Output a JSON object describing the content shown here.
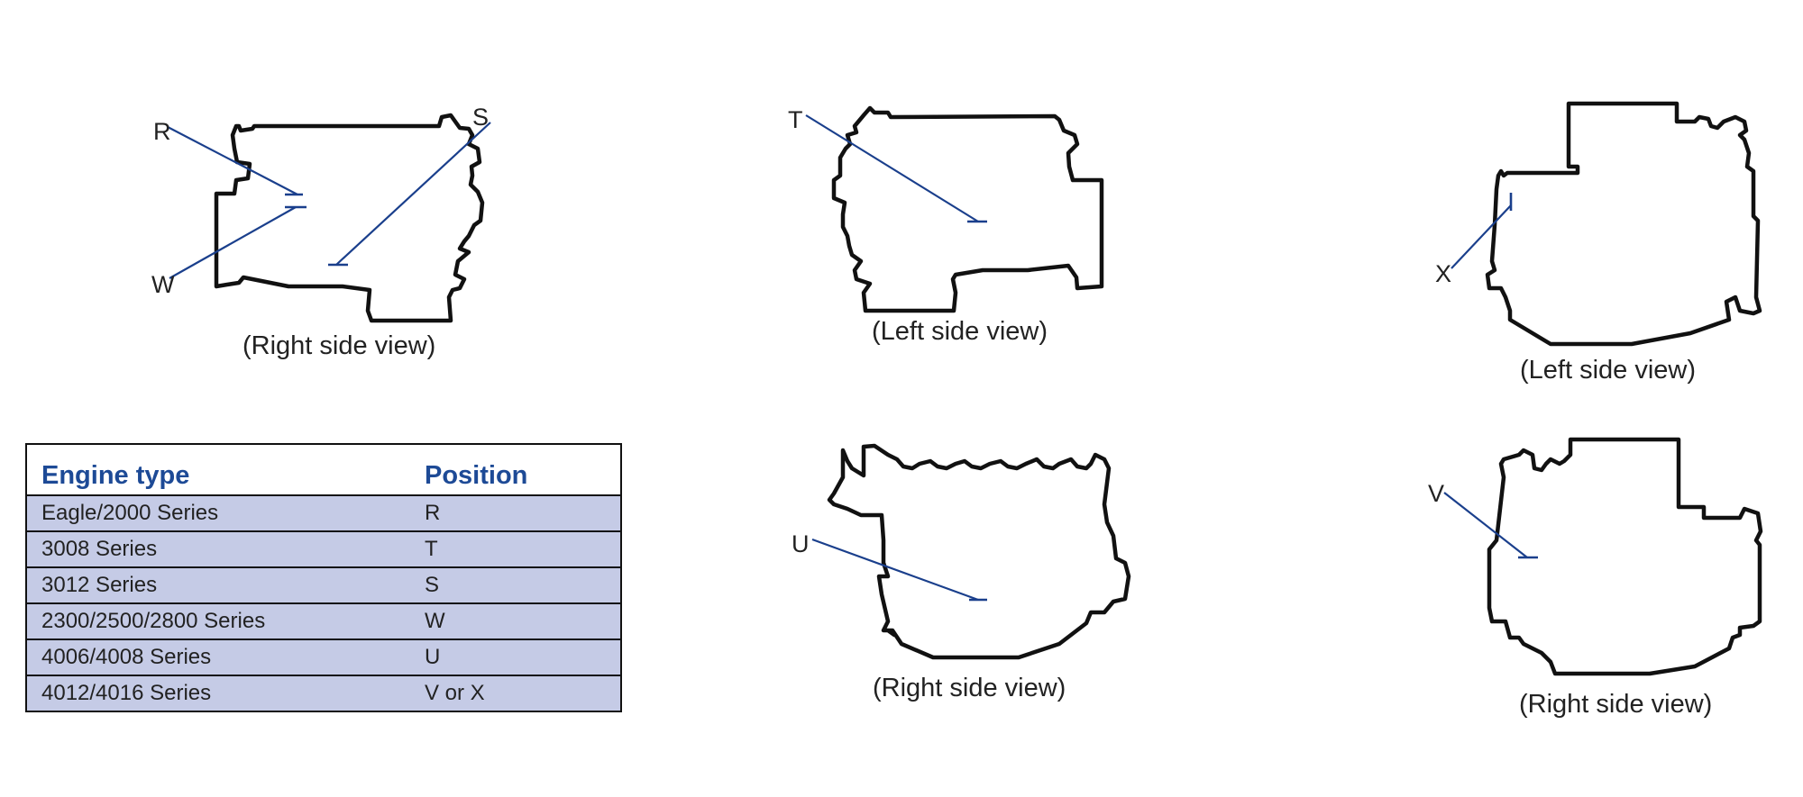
{
  "views": {
    "right_side_1": "(Right side view)",
    "left_side_1": "(Left side view)",
    "left_side_2": "(Left side view)",
    "right_side_2": "(Right side view)",
    "right_side_3": "(Right side view)"
  },
  "positions": {
    "r": "R",
    "s": "S",
    "w": "W",
    "t": "T",
    "x": "X",
    "u": "U",
    "v": "V"
  },
  "table": {
    "headers": {
      "engine_type": "Engine type",
      "position": "Position"
    },
    "rows": [
      {
        "engine_type": "Eagle/2000 Series",
        "position": "R"
      },
      {
        "engine_type": "3008 Series",
        "position": "T"
      },
      {
        "engine_type": "3012 Series",
        "position": "S"
      },
      {
        "engine_type": "2300/2500/2800 Series",
        "position": "W"
      },
      {
        "engine_type": "4006/4008 Series",
        "position": "U"
      },
      {
        "engine_type": "4012/4016 Series",
        "position": "V or X"
      }
    ]
  },
  "colors": {
    "leader_line": "#1a3f8c",
    "header_text": "#1d4a96",
    "row_fill": "#c5cbe6",
    "outline": "#111111"
  }
}
